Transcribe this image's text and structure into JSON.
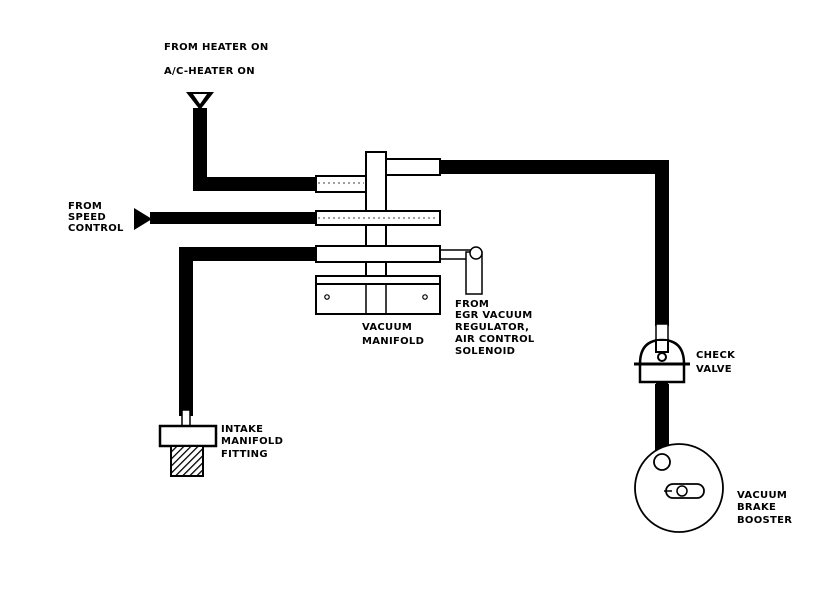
{
  "labels": {
    "heater_line1": "FROM HEATER ON",
    "heater_line2": "A/C-HEATER ON",
    "speed_line1": "FROM",
    "speed_line2": "SPEED",
    "speed_line3": "CONTROL",
    "manifold_line1": "VACUUM",
    "manifold_line2": "MANIFOLD",
    "egr_line1": "FROM",
    "egr_line2": "EGR VACUUM",
    "egr_line3": "REGULATOR,",
    "egr_line4": "AIR CONTROL",
    "egr_line5": "SOLENOID",
    "intake_line1": "INTAKE",
    "intake_line2": "MANIFOLD",
    "intake_line3": "FITTING",
    "check_line1": "CHECK",
    "check_line2": "VALVE",
    "booster_line1": "VACUUM",
    "booster_line2": "BRAKE",
    "booster_line3": "BOOSTER"
  },
  "colors": {
    "hose": "#000000",
    "outline": "#000000",
    "background": "#ffffff"
  }
}
